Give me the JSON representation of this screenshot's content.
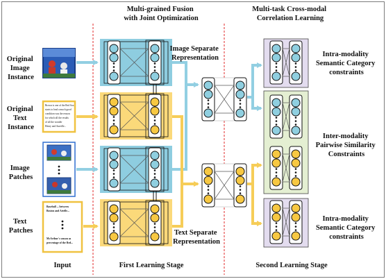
{
  "stage_titles": {
    "fusion": [
      "Multi-grained Fusion",
      "with Joint Optimization"
    ],
    "correlation": [
      "Multi-task Cross-modal",
      "Correlation Learning"
    ]
  },
  "inputs": {
    "original_image": [
      "Original",
      "Image",
      "Instance"
    ],
    "original_text": [
      "Original",
      "Text",
      "Instance"
    ],
    "image_patches": [
      "Image",
      "Patches"
    ],
    "text_patches": [
      "Text",
      "Patches"
    ]
  },
  "text_snippets": {
    "instance": [
      "Brown is one of the Red Sox",
      "starts to lead a much good",
      "condition was the reason",
      "for which all the results",
      "of all the wonder",
      "Henry and Aureille..."
    ],
    "patch_top": [
      "Baseball ... between",
      "Boston and Arielle..."
    ],
    "patch_bottom": [
      "McArthur's season as",
      "percentage of the Red..."
    ]
  },
  "representations": {
    "image": [
      "Image Separate",
      "Representation"
    ],
    "text": [
      "Text Separate",
      "Representation"
    ]
  },
  "constraints": {
    "intra_top": [
      "Intra-modality",
      "Semantic Category",
      "constraints"
    ],
    "inter": [
      "Inter-modality",
      "Pairwise Similarity",
      "Constraints"
    ],
    "intra_bottom": [
      "Intra-modality",
      "Semantic Category",
      "constraints"
    ]
  },
  "bottom_labels": {
    "input": "Input",
    "first": "First Learning Stage",
    "second": "Second Learning Stage"
  },
  "colors": {
    "image_node": "#8fcfe0",
    "text_node": "#f7c842",
    "image_panel": "#8ecde0",
    "text_panel": "#fbd97a",
    "image_arrow": "#92cfe2",
    "text_arrow": "#f6cd58",
    "purple_panel": "#e3dcef",
    "green_panel": "#e4efd2",
    "stage_divider": "#e02a2a"
  }
}
